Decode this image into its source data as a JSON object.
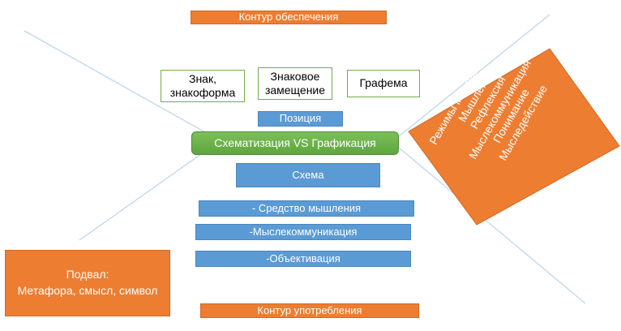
{
  "diagram": {
    "supply_contour": "Контур обеспечения",
    "top_concepts": [
      "Знак,\nзнакоформа",
      "Знаковое\nзамещение",
      "Графема"
    ],
    "position": "Позиция",
    "center": "Схематизация VS Графикация",
    "scheme": "Схема",
    "functions": [
      "- Средство мышления",
      "-Мыслекоммуникация",
      "-Объективация"
    ],
    "modes": {
      "title": "Режимы мышления МД:",
      "items": [
        "Мышление",
        "Рефлексия",
        "Мыслекоммуникация",
        "Понимание",
        "Мыследействие"
      ]
    },
    "basement": {
      "title": "Подвал:",
      "items": "Метафора, смысл, символ"
    },
    "usage_contour": "Контур употребления"
  },
  "colors": {
    "orange": "#ED7D31",
    "blue": "#5B9BD5",
    "green": "#70AD47",
    "line": "#BDD7EE"
  }
}
